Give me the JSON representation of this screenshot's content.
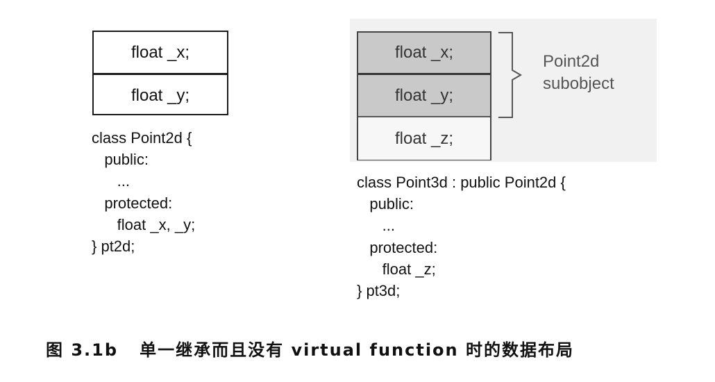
{
  "left": {
    "layout_rows": [
      "float _x;",
      "float _y;"
    ],
    "code_lines": [
      "class Point2d {",
      "   public:",
      "      ...",
      "   protected:",
      "      float _x, _y;",
      "} pt2d;"
    ]
  },
  "right": {
    "layout_rows": [
      "float _x;",
      "float _y;",
      "float _z;"
    ],
    "subobject_label_line1": "Point2d",
    "subobject_label_line2": "subobject",
    "code_lines": [
      "class Point3d : public Point2d {",
      "   public:",
      "      ...",
      "   protected:",
      "      float _z;",
      "} pt3d;"
    ]
  },
  "caption": "图 3.1b   单一继承而且没有 virtual function 时的数据布局",
  "colors": {
    "shaded_row": "#c9c9c9",
    "panel_background": "#f1f1f1"
  }
}
